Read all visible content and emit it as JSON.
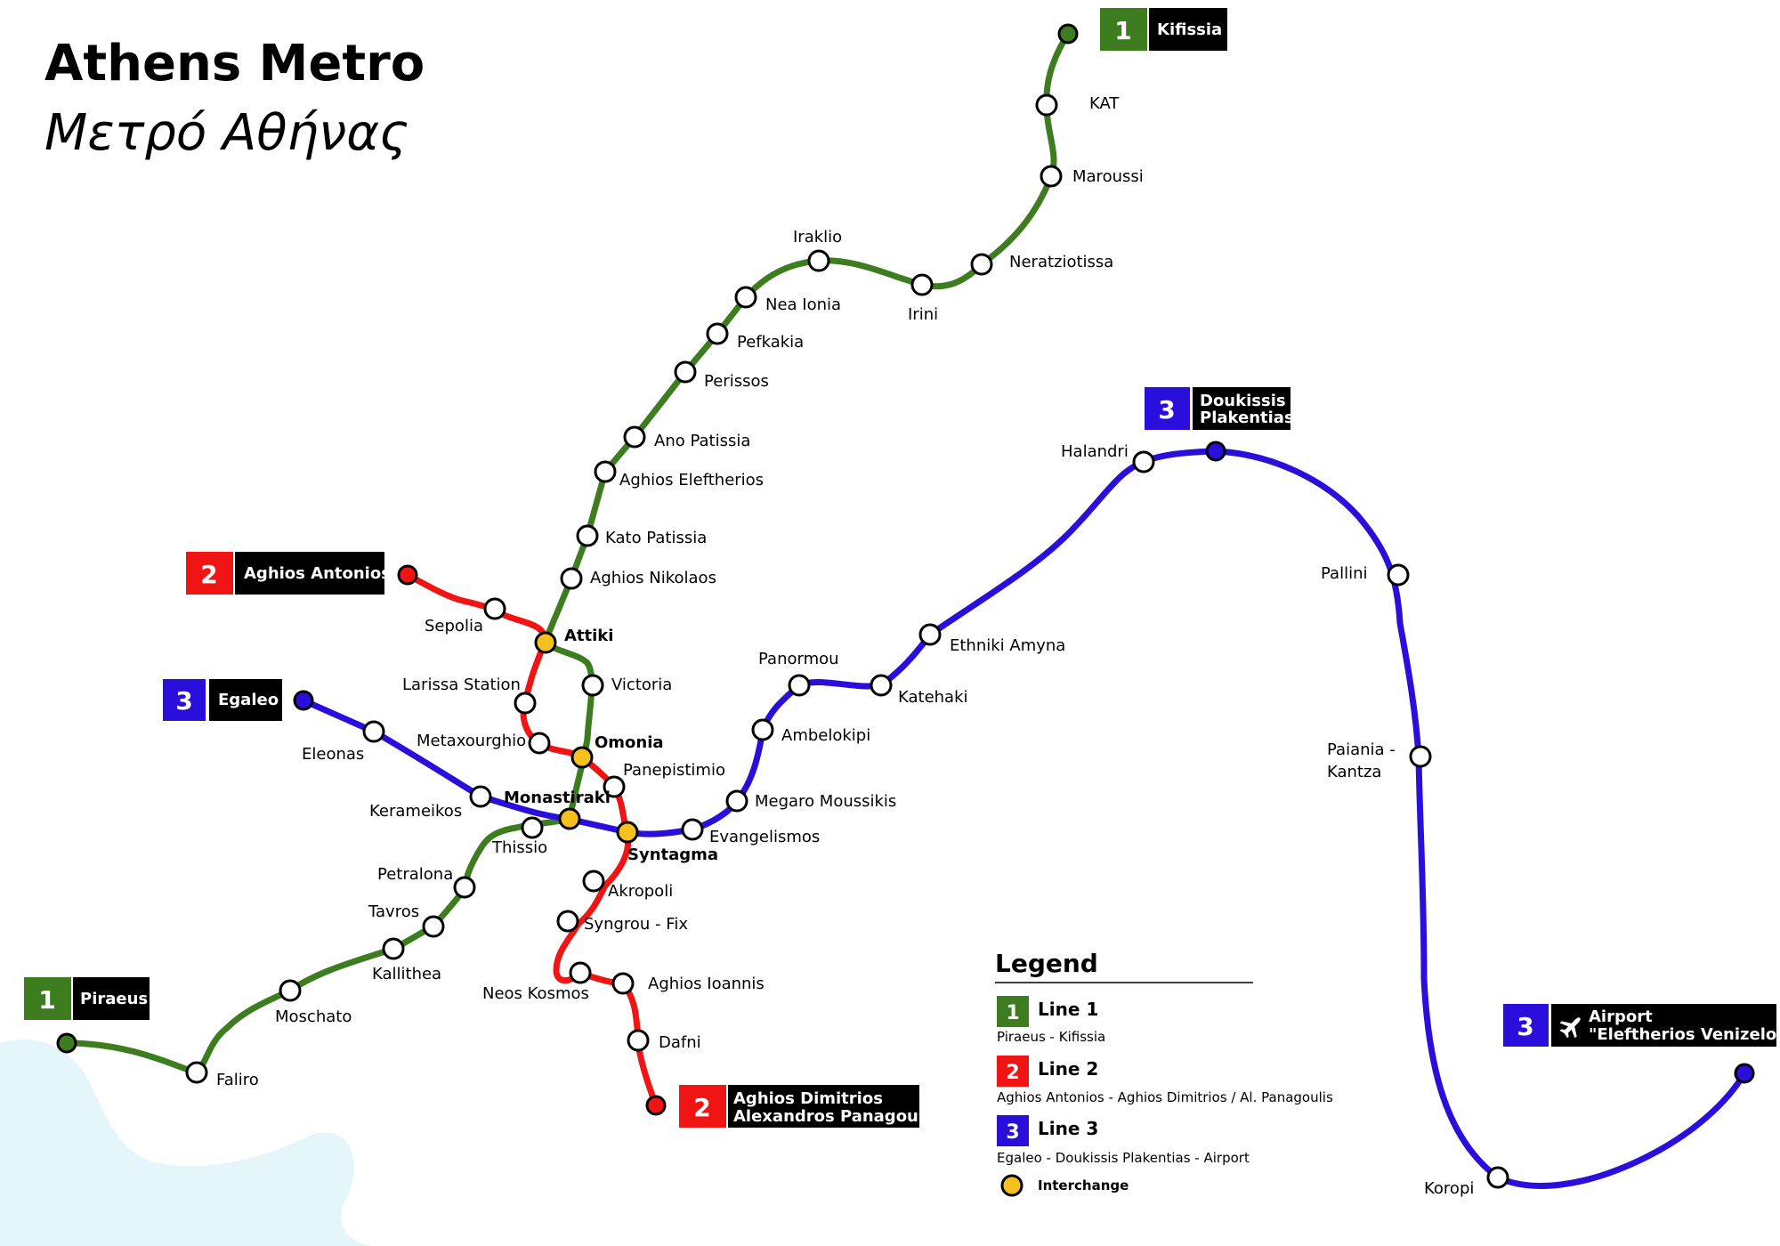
{
  "title": {
    "main": "Athens Metro",
    "sub": "Μετρό Αθήνας"
  },
  "colors": {
    "line1": "#3d7d1f",
    "line2": "#f01414",
    "line3": "#2a0edb",
    "interchange": "#f6c11d",
    "terminus_label_bg": "#000000",
    "sea": "#e5f6fb"
  },
  "terminals": [
    {
      "id": "kifissia",
      "number": "1",
      "lines": [
        "Kifissia"
      ]
    },
    {
      "id": "piraeus",
      "number": "1",
      "lines": [
        "Piraeus"
      ]
    },
    {
      "id": "aghios-antonios",
      "number": "2",
      "lines": [
        "Aghios Antonios"
      ]
    },
    {
      "id": "aghios-dimitrios",
      "number": "2",
      "lines": [
        "Aghios Dimitrios",
        "Alexandros Panagoulis"
      ]
    },
    {
      "id": "egaleo",
      "number": "3",
      "lines": [
        "Egaleo"
      ]
    },
    {
      "id": "doukissis",
      "number": "3",
      "lines": [
        "Doukissis",
        "Plakentias"
      ]
    },
    {
      "id": "airport",
      "number": "3",
      "icon": "airplane-icon",
      "lines": [
        "Airport",
        "\"Eleftherios Venizelos\""
      ]
    }
  ],
  "stations": {
    "kat": "KAT",
    "maroussi": "Maroussi",
    "neratziotissa": "Neratziotissa",
    "irini": "Irini",
    "iraklio": "Iraklio",
    "nea_ionia": "Nea Ionia",
    "pefkakia": "Pefkakia",
    "perissos": "Perissos",
    "ano_patissia": "Ano Patissia",
    "aghios_eleftherios": "Aghios Eleftherios",
    "kato_patissia": "Kato Patissia",
    "aghios_nikolaos": "Aghios Nikolaos",
    "attiki": "Attiki",
    "victoria": "Victoria",
    "omonia": "Omonia",
    "monastiraki": "Monastiraki",
    "thissio": "Thissio",
    "petralona": "Petralona",
    "tavros": "Tavros",
    "kallithea": "Kallithea",
    "moschato": "Moschato",
    "faliro": "Faliro",
    "sepolia": "Sepolia",
    "larissa_station": "Larissa Station",
    "metaxourghio": "Metaxourghio",
    "panepistimio": "Panepistimio",
    "syntagma": "Syntagma",
    "akropoli": "Akropoli",
    "syngrou_fix": "Syngrou - Fix",
    "neos_kosmos": "Neos Kosmos",
    "aghios_ioannis": "Aghios Ioannis",
    "dafni": "Dafni",
    "eleonas": "Eleonas",
    "kerameikos": "Kerameikos",
    "evangelismos": "Evangelismos",
    "megaro_moussikis": "Megaro Moussikis",
    "ambelokipi": "Ambelokipi",
    "panormou": "Panormou",
    "katehaki": "Katehaki",
    "ethniki_amyna": "Ethniki Amyna",
    "halandri": "Halandri",
    "pallini": "Pallini",
    "paiania_kantza": [
      "Paiania -",
      "Kantza"
    ],
    "koropi": "Koropi"
  },
  "legend": {
    "heading": "Legend",
    "items": [
      {
        "number": "1",
        "title": "Line 1",
        "desc": "Piraeus - Kifissia"
      },
      {
        "number": "2",
        "title": "Line 2",
        "desc": "Aghios Antonios - Aghios Dimitrios / Al. Panagoulis"
      },
      {
        "number": "3",
        "title": "Line 3",
        "desc": "Egaleo - Doukissis Plakentias - Airport"
      }
    ],
    "interchange": "Interchange"
  }
}
